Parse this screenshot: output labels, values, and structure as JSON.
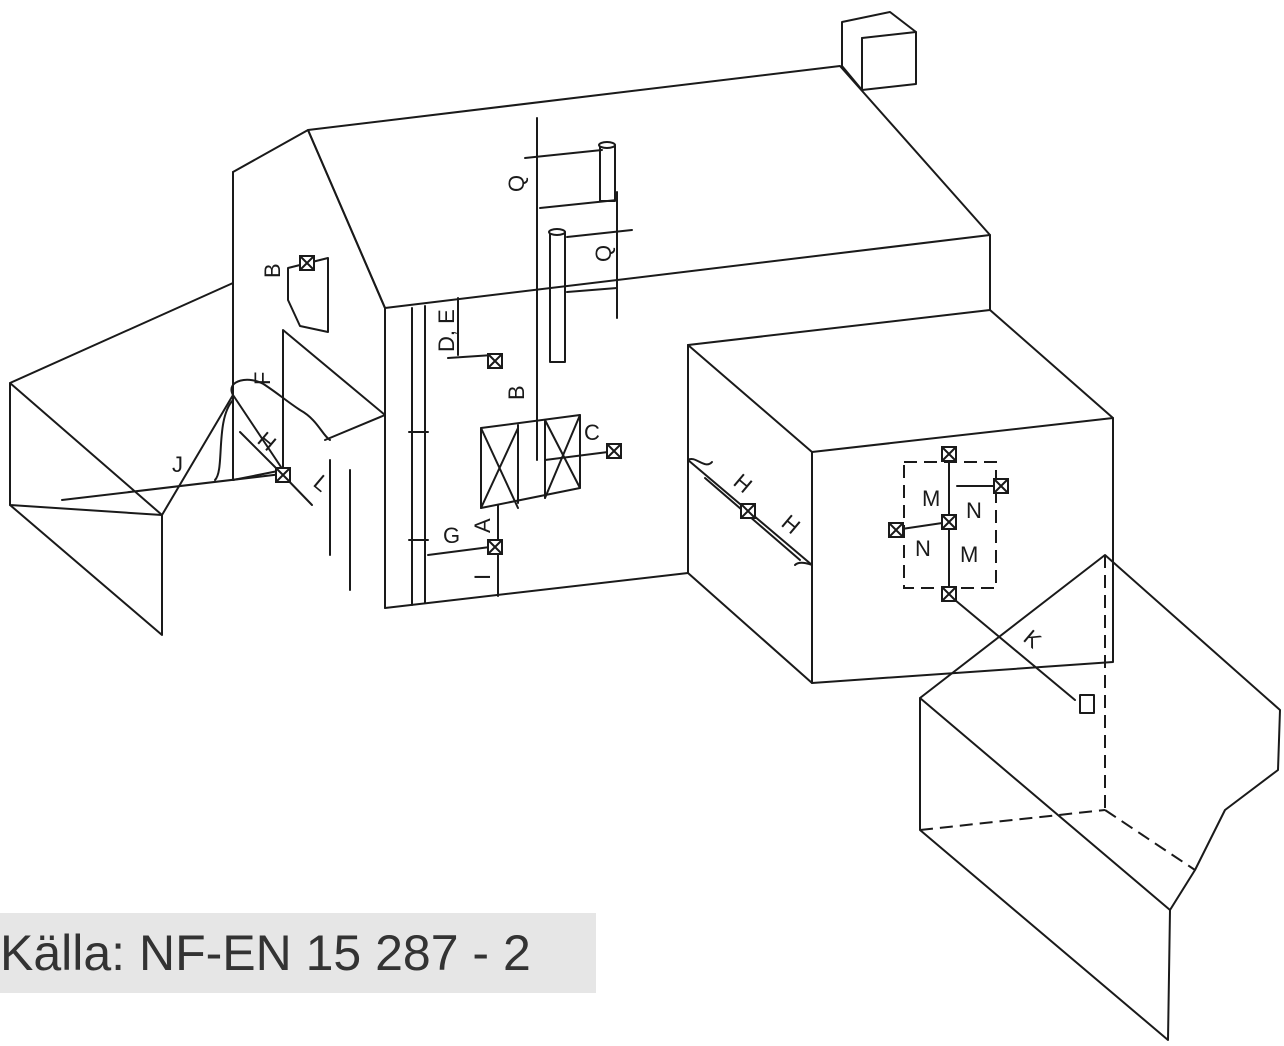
{
  "caption": "Källa: NF-EN 15 287 - 2",
  "labels": {
    "A": "A",
    "B": "B",
    "C": "C",
    "DE": "D, E",
    "F": "F",
    "G": "G",
    "H": "H",
    "I": "I",
    "J": "J",
    "K": "K",
    "L": "L",
    "M": "M",
    "N": "N",
    "Q": "Q"
  }
}
